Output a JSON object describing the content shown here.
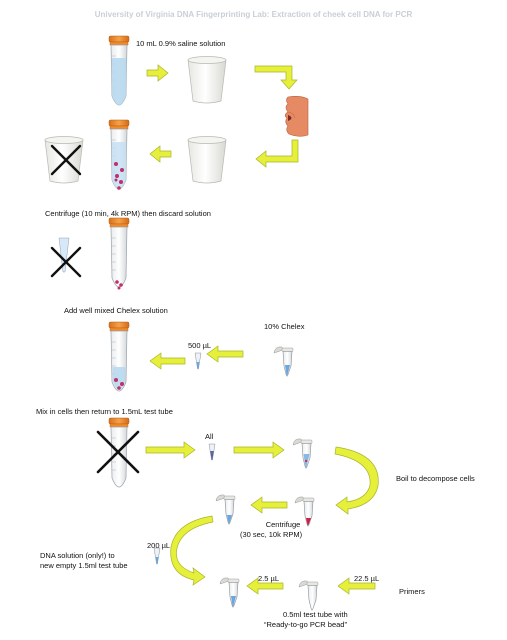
{
  "title": "University of Virginia DNA Fingerprinting Lab: Extraction of cheek cell DNA for PCR",
  "labels": {
    "saline": "10 mL 0.9% saline solution",
    "centrifuge1": "Centrifuge (10 min, 4k RPM) then discard solution",
    "chelex_add": "Add well mixed Chelex solution",
    "chelex_pct": "10% Chelex",
    "vol_500": "500 µL",
    "mix": "Mix in cells then return to 1.5mL test tube",
    "all": "All",
    "boil": "Boil to decompose cells",
    "centrifuge2_line1": "Centrifuge",
    "centrifuge2_line2": "(30 sec, 10k RPM)",
    "vol_200": "200 µL",
    "dna_line1": "DNA solution (only!) to",
    "dna_line2": "new empty 1.5ml test tube",
    "vol_2_5": "2.5 µL",
    "vol_22_5": "22.5 µL",
    "primers": "Primers",
    "pcr_line1": "0.5ml test tube with",
    "pcr_line2": "“Ready-to-go PCR bead”"
  },
  "colors": {
    "arrow_fill": "#e6ef3a",
    "arrow_stroke": "#a9b52a",
    "cap": "#f08c2a",
    "liquid": "#b8d8f0",
    "cells": "#c0306a",
    "chelex_liquid": "#6aa7e0",
    "title": "#c9cfd6"
  },
  "icons": [
    "large-test-tube-icon",
    "paper-cup-icon",
    "mouth-icon",
    "x-mark-icon",
    "small-tube-icon",
    "pipette-tip-icon",
    "yellow-arrow-icon"
  ]
}
